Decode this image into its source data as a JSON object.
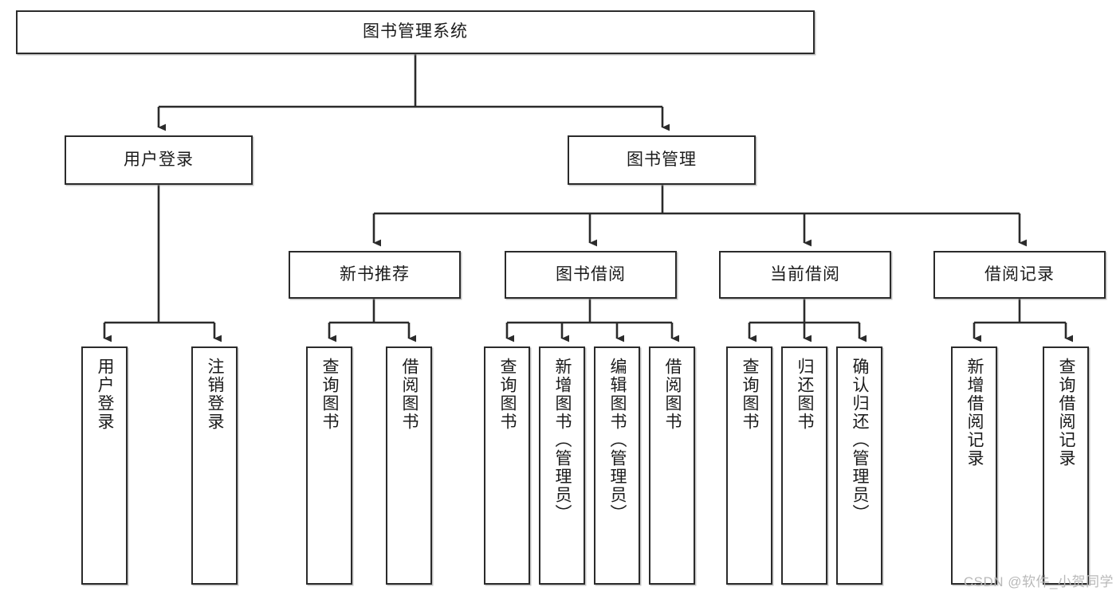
{
  "diagram": {
    "title": "图书管理系统",
    "watermark": "CSDN @软件_小贺同学",
    "line_color": "#2b2b2b",
    "box_fill": "#ffffff",
    "text_color": "#1b1b1b",
    "watermark_color": "#b9b9b9"
  },
  "root": {
    "label": "图书管理系统"
  },
  "level1": [
    {
      "label": "用户登录"
    },
    {
      "label": "图书管理"
    }
  ],
  "level2": [
    {
      "label": "新书推荐"
    },
    {
      "label": "图书借阅"
    },
    {
      "label": "当前借阅"
    },
    {
      "label": "借阅记录"
    }
  ],
  "leaves": [
    {
      "label": "用户登录",
      "parent": "用户登录"
    },
    {
      "label": "注销登录",
      "parent": "用户登录"
    },
    {
      "label": "查询图书",
      "parent": "新书推荐"
    },
    {
      "label": "借阅图书",
      "parent": "新书推荐"
    },
    {
      "label": "查询图书",
      "parent": "图书借阅"
    },
    {
      "label": "新增图书（管理员）",
      "parent": "图书借阅"
    },
    {
      "label": "编辑图书（管理员）",
      "parent": "图书借阅"
    },
    {
      "label": "借阅图书",
      "parent": "图书借阅"
    },
    {
      "label": "查询图书",
      "parent": "当前借阅"
    },
    {
      "label": "归还图书",
      "parent": "当前借阅"
    },
    {
      "label": "确认归还（管理员）",
      "parent": "当前借阅"
    },
    {
      "label": "新增借阅记录",
      "parent": "借阅记录"
    },
    {
      "label": "查询借阅记录",
      "parent": "借阅记录"
    }
  ]
}
